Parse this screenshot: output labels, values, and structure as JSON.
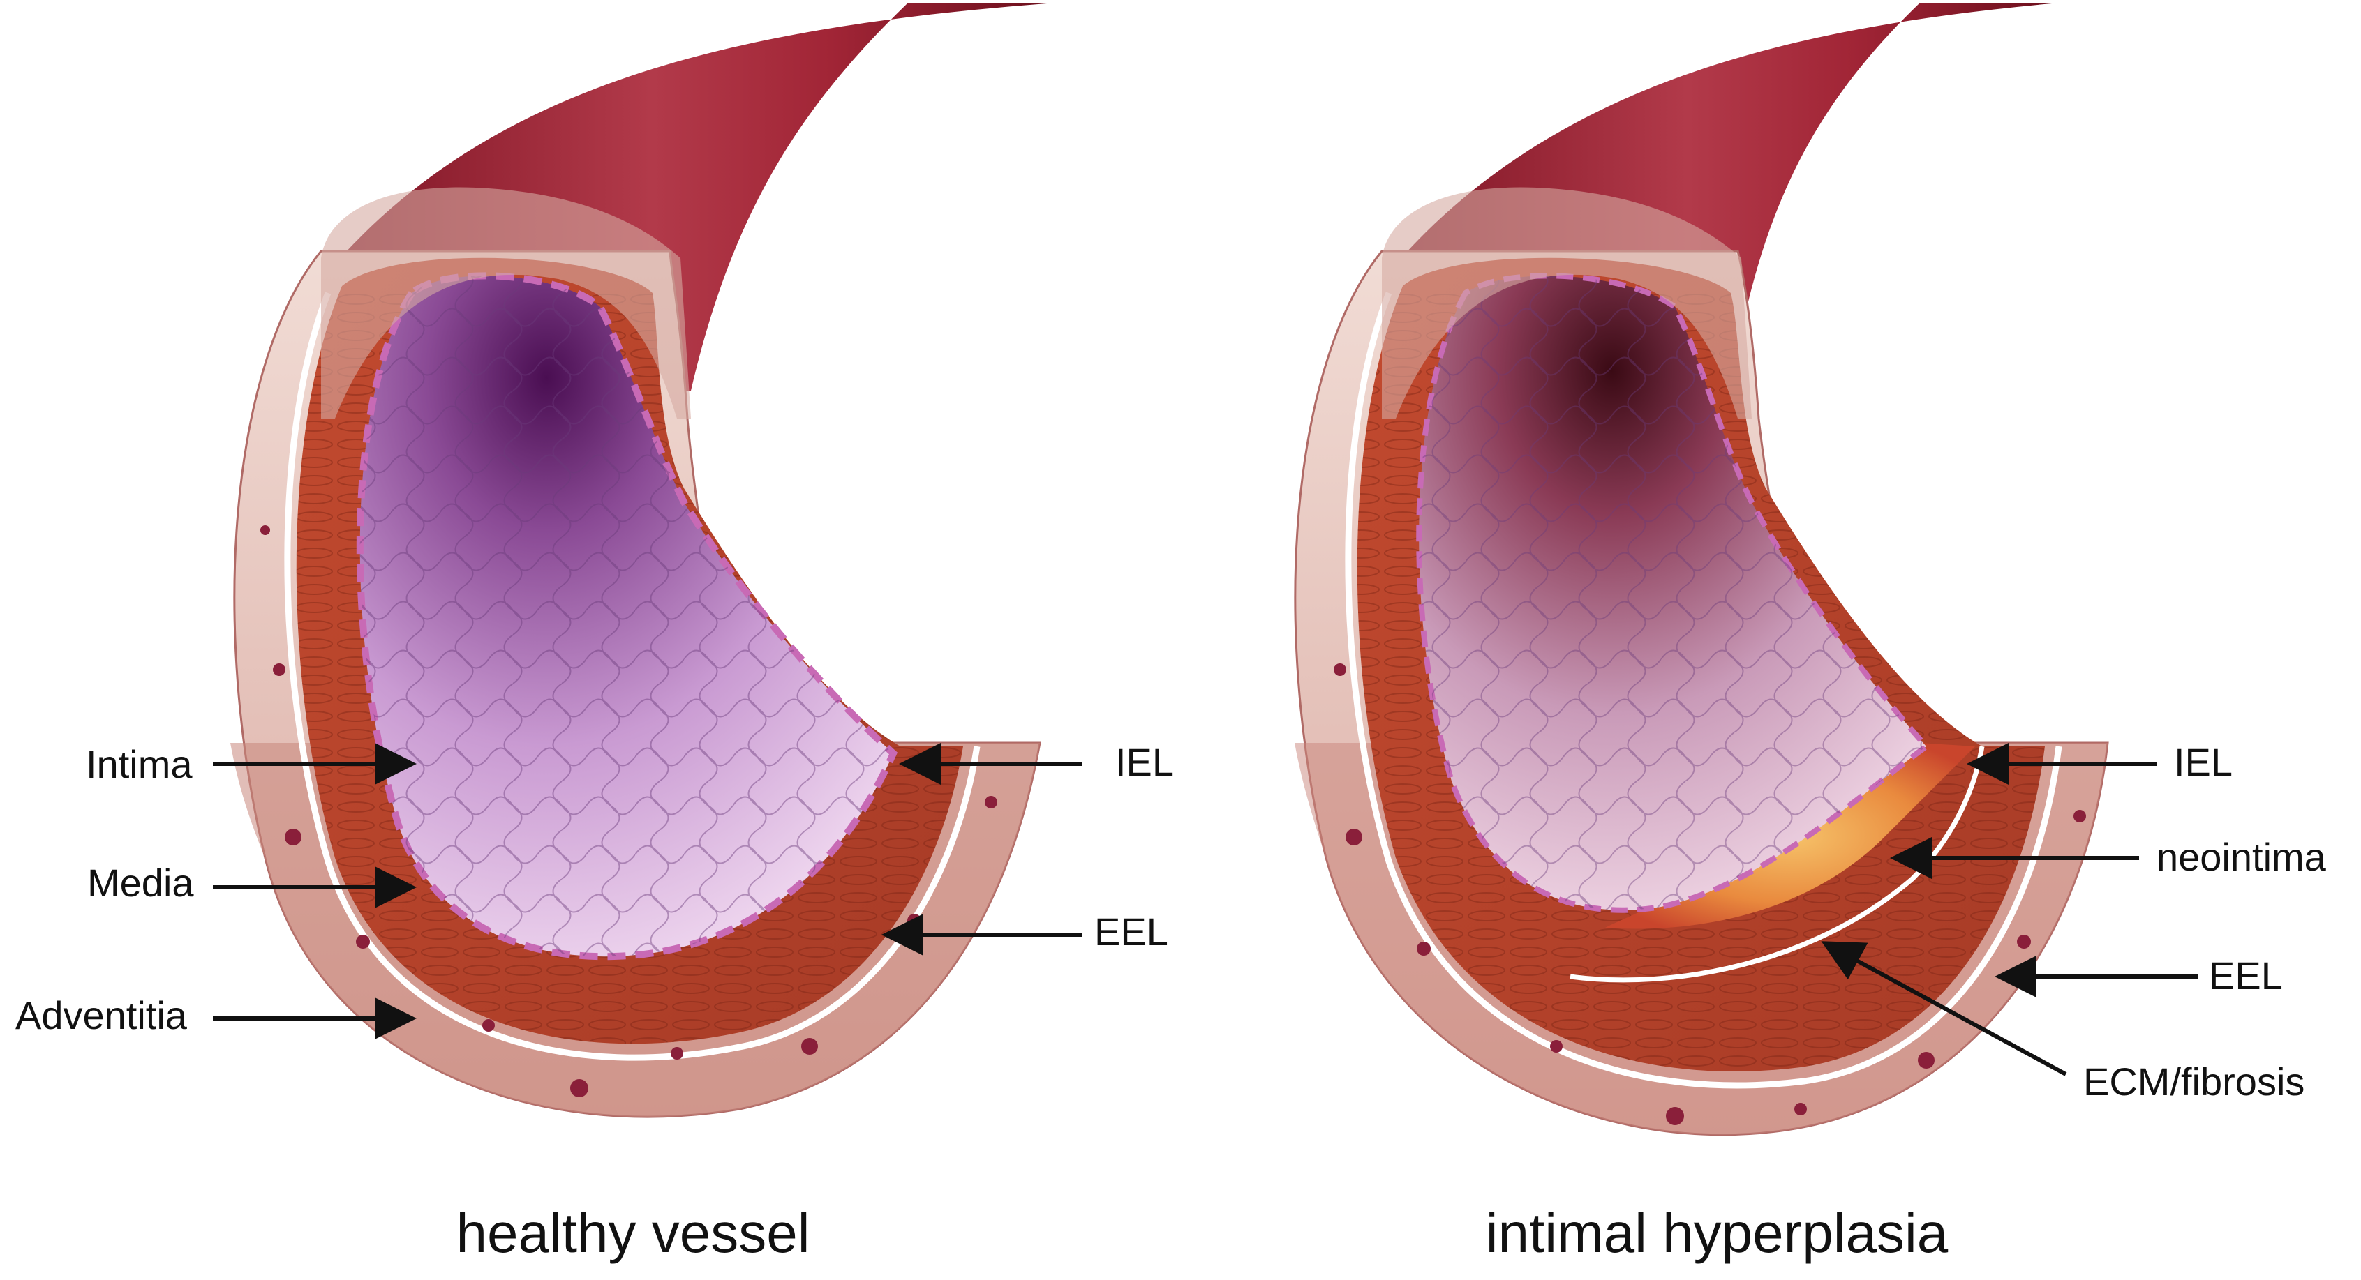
{
  "left_panel": {
    "caption": "healthy vessel",
    "labels": {
      "intima": "Intima",
      "media": "Media",
      "adventitia": "Adventitia",
      "iel": "IEL",
      "eel": "EEL"
    }
  },
  "right_panel": {
    "caption": "intimal hyperplasia",
    "labels": {
      "iel": "IEL",
      "neointima": "neointima",
      "eel": "EEL",
      "ecm": "ECM/fibrosis"
    }
  },
  "colors": {
    "vessel_outer": "#9c1f2e",
    "adventitia": "#e6c3bb",
    "media": "#b8432d",
    "lumen_healthy": "#c98fd0",
    "lumen_dark": "#5a1a5e",
    "neointima": "#e8a04a"
  }
}
